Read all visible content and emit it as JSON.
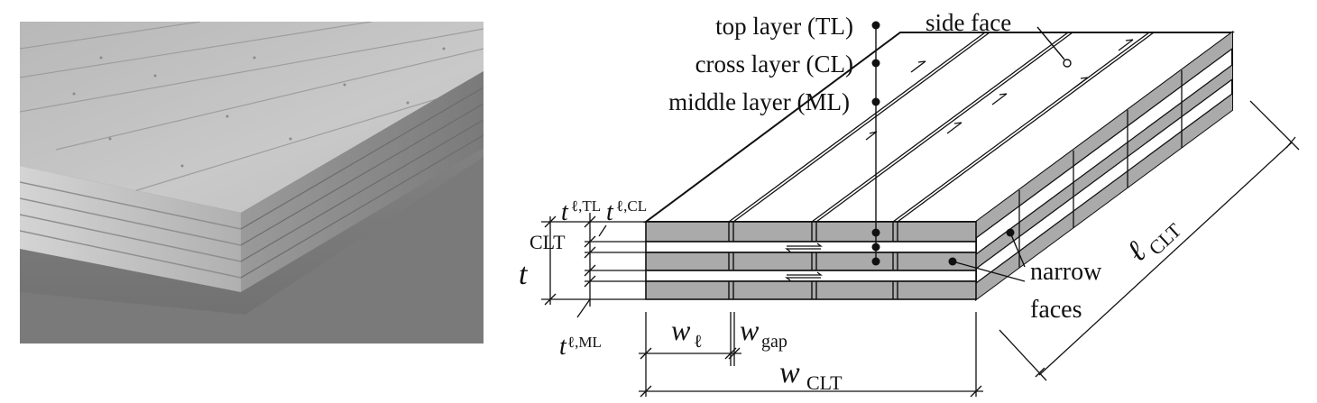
{
  "photo": {
    "description_icon": "clt-panel-photo"
  },
  "diagram": {
    "layers": {
      "top": "top layer (TL)",
      "cross": "cross layer (CL)",
      "middle": "middle layer (ML)"
    },
    "side_face": "side face",
    "narrow_faces": [
      "narrow",
      "faces"
    ],
    "dims": {
      "t_clt": {
        "base": "t",
        "sub": "CLT"
      },
      "t_tl": {
        "base": "t",
        "sub": "ℓ,TL"
      },
      "t_cl": {
        "base": "t",
        "sub": "ℓ,CL"
      },
      "t_ml": {
        "base": "t",
        "sub": "ℓ,ML"
      },
      "w_l": {
        "base": "w",
        "sub": "ℓ"
      },
      "w_gap": {
        "base": "w",
        "sub": "gap"
      },
      "w_clt": {
        "base": "w",
        "sub": "CLT"
      },
      "l_clt": {
        "base": "ℓ",
        "sub": "CLT"
      }
    },
    "colors": {
      "board_fill": "#aaaaaa",
      "line": "#111111"
    }
  }
}
